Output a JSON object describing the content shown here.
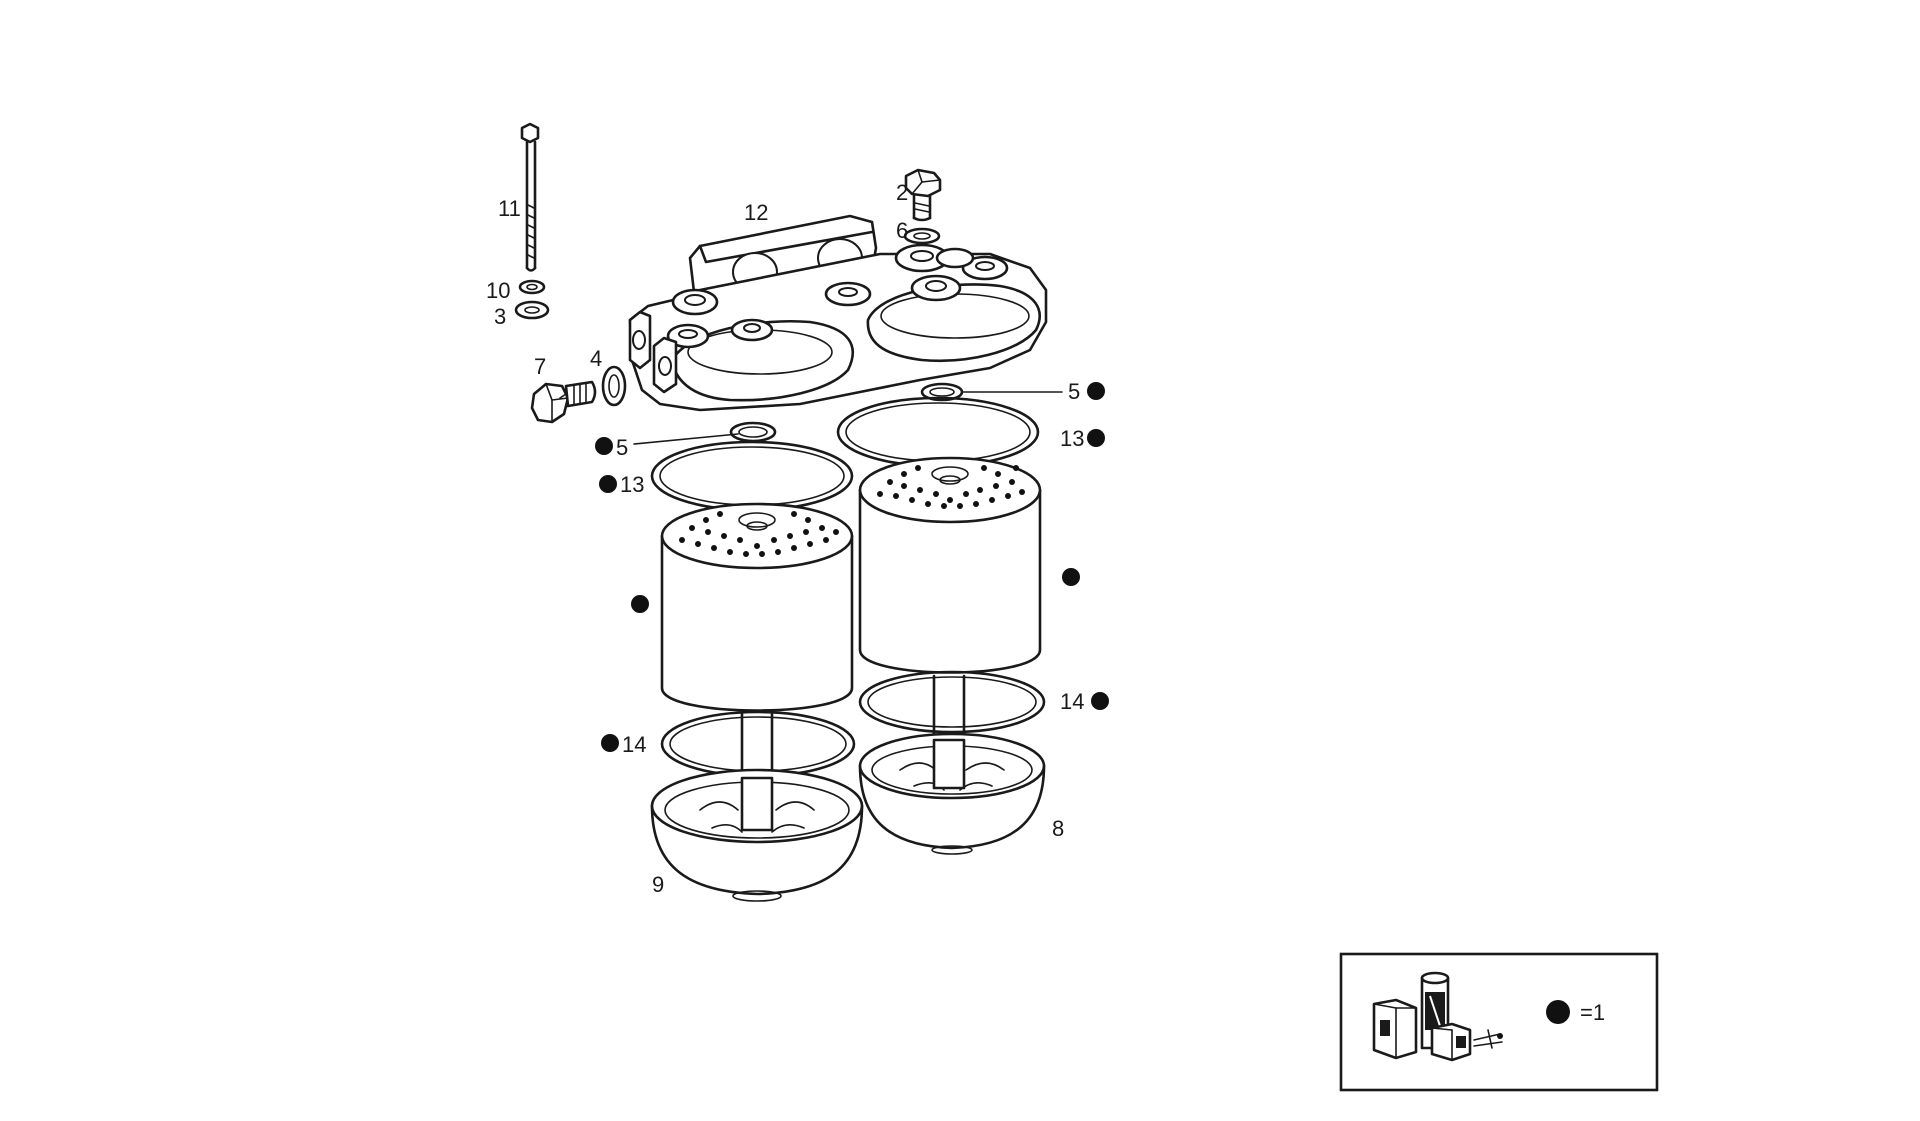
{
  "diagram": {
    "callouts": [
      {
        "id": "c11",
        "text": "11"
      },
      {
        "id": "c12",
        "text": "12"
      },
      {
        "id": "c2",
        "text": "2"
      },
      {
        "id": "c6",
        "text": "6"
      },
      {
        "id": "c10",
        "text": "10"
      },
      {
        "id": "c3",
        "text": "3"
      },
      {
        "id": "c7",
        "text": "7"
      },
      {
        "id": "c4",
        "text": "4"
      },
      {
        "id": "c5r",
        "text": "5"
      },
      {
        "id": "c13r",
        "text": "13"
      },
      {
        "id": "c5l",
        "text": "5"
      },
      {
        "id": "c13l",
        "text": "13"
      },
      {
        "id": "c14r",
        "text": "14"
      },
      {
        "id": "c14l",
        "text": "14"
      },
      {
        "id": "c8",
        "text": "8"
      },
      {
        "id": "c9",
        "text": "9"
      }
    ],
    "legend": {
      "text": "=1"
    }
  }
}
